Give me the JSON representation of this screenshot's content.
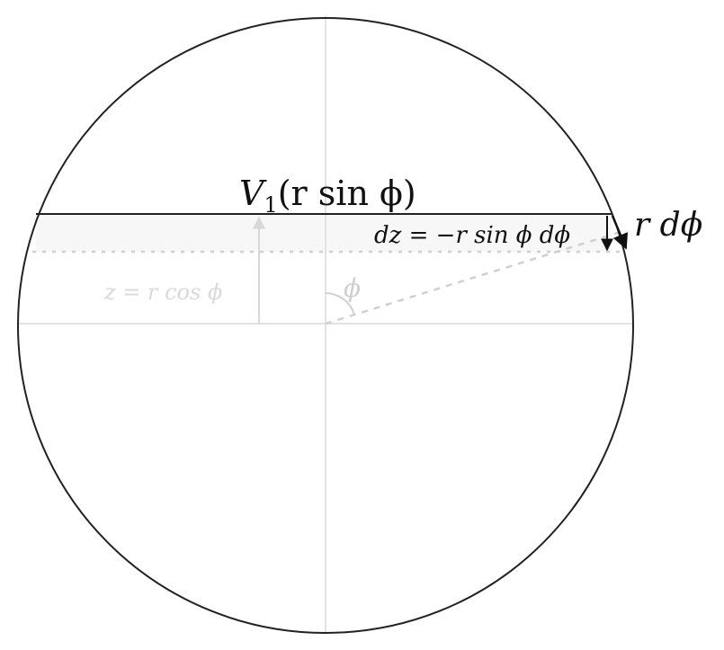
{
  "labels": {
    "volume_V": "V",
    "volume_sub": "1",
    "volume_arg": "(r sin ϕ)",
    "dz_text": "dz = −r sin ϕ dϕ",
    "z_text": "z = r cos ϕ",
    "phi_text": "ϕ",
    "rdphi_text": "r dϕ"
  },
  "colors": {
    "circle": "#222222",
    "axes": "#e2e2e2",
    "faint_lines": "#d0d0d0",
    "text": "#111111"
  }
}
